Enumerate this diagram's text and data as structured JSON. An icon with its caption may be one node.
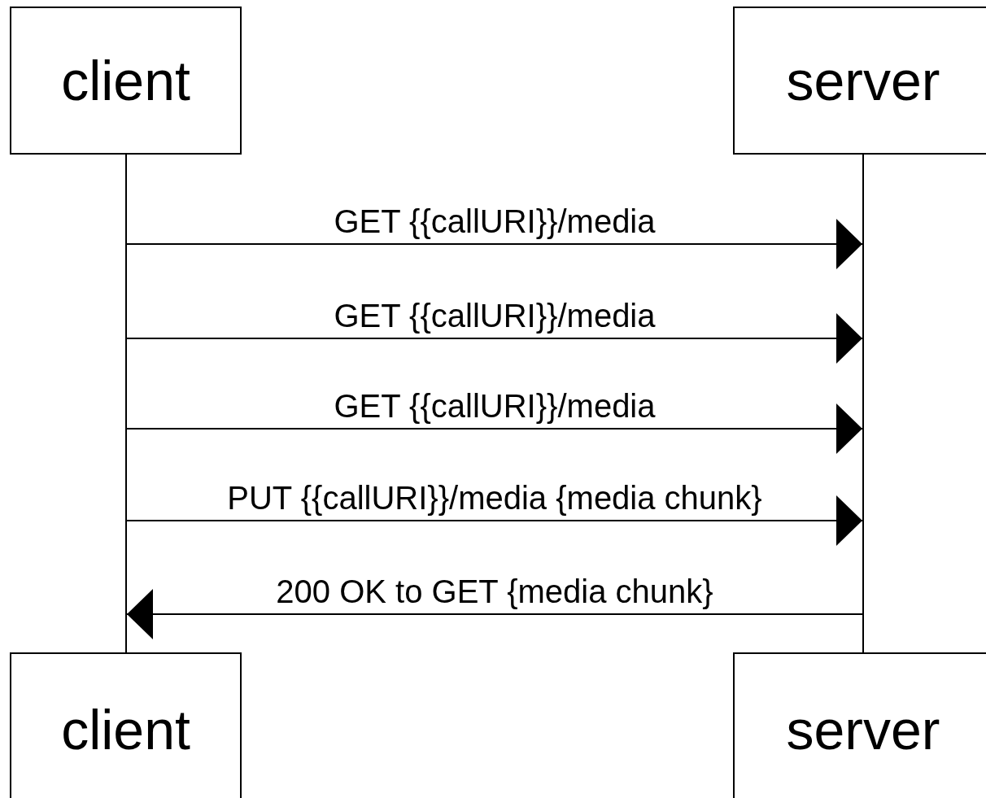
{
  "diagram": {
    "nodes": [
      {
        "text": [
          "client"
        ]
      },
      {
        "text": [
          "server"
        ]
      },
      {
        "text": [],
        "shape": "line"
      },
      {
        "text": [],
        "shape": "line"
      },
      {
        "text": [
          "client"
        ]
      },
      {
        "text": [
          "server"
        ]
      }
    ],
    "edges": [
      {
        "from": 2,
        "to": 3,
        "arrow": "to",
        "label": "GET {{callURI}}/media"
      },
      {
        "from": 2,
        "to": 3,
        "arrow": "to",
        "label": "GET {{callURI}}/media"
      },
      {
        "from": 2,
        "to": 3,
        "arrow": "to",
        "label": "GET {{callURI}}/media"
      },
      {
        "from": 2,
        "to": 3,
        "arrow": "to",
        "label": "PUT {{callURI}}/media {media chunk}"
      },
      {
        "from": 3,
        "to": 2,
        "arrow": "to",
        "label": "200 OK to GET {media chunk}"
      }
    ]
  }
}
